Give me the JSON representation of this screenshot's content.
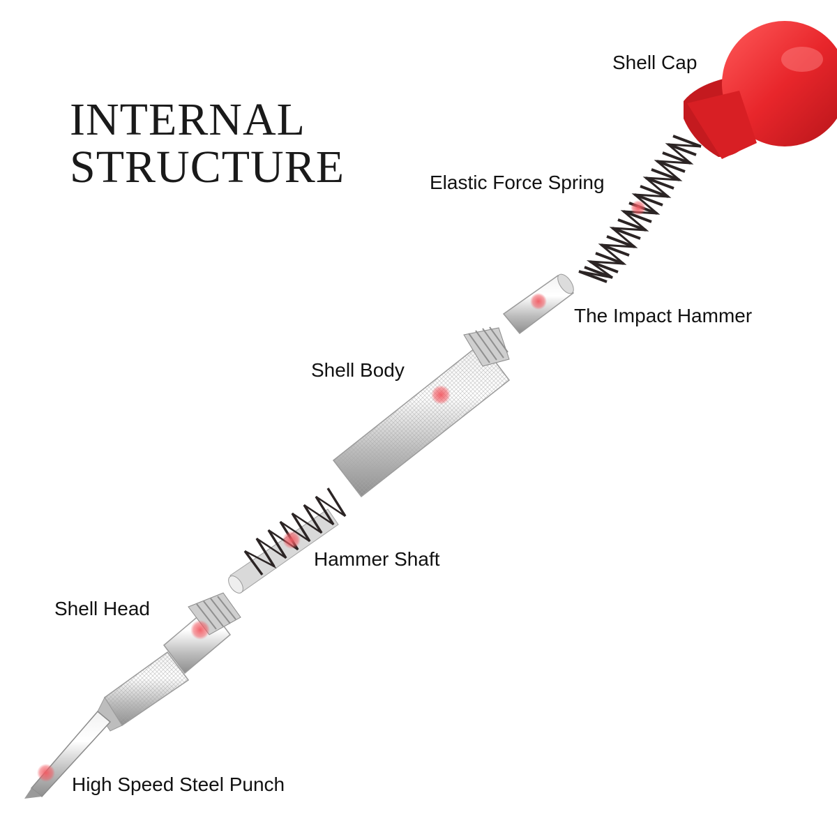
{
  "title": {
    "line1": "INTERNAL",
    "line2": "STRUCTURE"
  },
  "labels": {
    "shell_cap": "Shell Cap",
    "elastic_force_spring": "Elastic Force Spring",
    "impact_hammer": "The Impact Hammer",
    "shell_body": "Shell Body",
    "hammer_shaft": "Hammer Shaft",
    "shell_head": "Shell Head",
    "punch": "High Speed Steel Punch"
  },
  "colors": {
    "cap_red": "#e8262b",
    "metal": "#c9c9c9",
    "marker": "#f25b63",
    "spring": "#2b2424"
  }
}
